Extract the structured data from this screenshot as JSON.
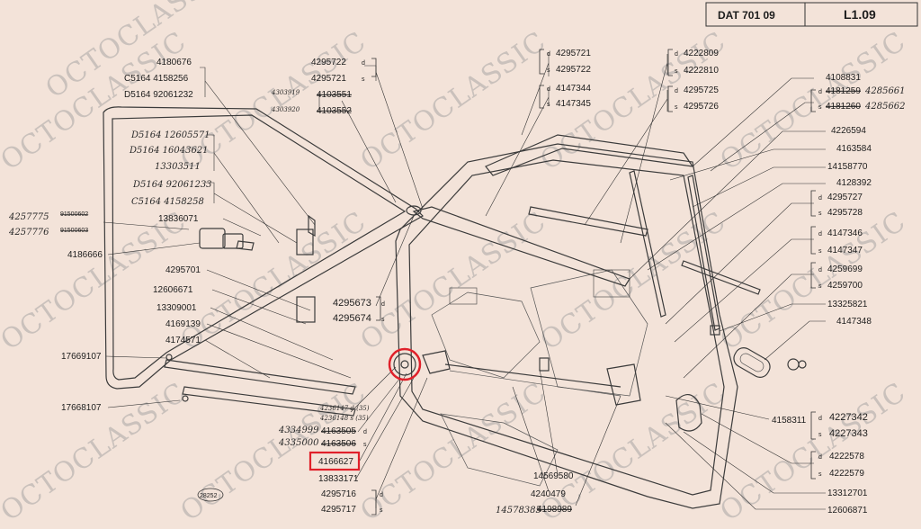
{
  "header": {
    "doc_code": "DAT 701 09",
    "sheet": "L1.09"
  },
  "watermark": "OCTOCLASSIC",
  "figure_number": "28252",
  "highlight_color": "#e0202a",
  "labels": {
    "l_4180676": "4180676",
    "l_c5164_4158256": "C5164 4158256",
    "l_d5164_92061232": "D5164 92061232",
    "l_4303919": "4303919",
    "l_4303920": "4303920",
    "l_4103551": "4103551",
    "l_4103552": "4103552",
    "l_4295722": "4295722",
    "l_4295721": "4295721",
    "l_d5164_12605571": "D5164 12605571",
    "l_d5164_16043621": "D5164 16043621",
    "l_13303511": "13303511",
    "l_d5164_92061233": "D5164 92061233",
    "l_c5164_4158258": "C5164 4158258",
    "l_13836071": "13836071",
    "l_4257775": "4257775",
    "l_4257776": "4257776",
    "l_91500602": "91500602",
    "l_91500603": "91500603",
    "l_4186666": "4186666",
    "l_4295701": "4295701",
    "l_12606671": "12606671",
    "l_13309001": "13309001",
    "l_4169139": "4169139",
    "l_4174571": "4174571",
    "l_17669107": "17669107",
    "l_17668107": "17668107",
    "l_4295673": "4295673",
    "l_4295674": "4295674",
    "l_4236147": "4236147 d (35)",
    "l_4236148": "4236148 s (35)",
    "l_4334999": "4334999",
    "l_4335000": "4335000",
    "l_4163505": "4163505",
    "l_4163506": "4163506",
    "l_4166627": "4166627",
    "l_13833171": "13833171",
    "l_4295716": "4295716",
    "l_4295717": "4295717",
    "l_4295721b": "4295721",
    "l_4295722b": "4295722",
    "l_4147344": "4147344",
    "l_4147345": "4147345",
    "l_4222809": "4222809",
    "l_4222810": "4222810",
    "l_4295725": "4295725",
    "l_4295726": "4295726",
    "l_4108831": "4108831",
    "l_4181259": "4181259",
    "l_4181260": "4181260",
    "l_4285661": "4285661",
    "l_4285662": "4285662",
    "l_4226594": "4226594",
    "l_4163584": "4163584",
    "l_14158770": "14158770",
    "l_4128392": "4128392",
    "l_4295727": "4295727",
    "l_4295728": "4295728",
    "l_4147346": "4147346",
    "l_4147347": "4147347",
    "l_4259699": "4259699",
    "l_4259700": "4259700",
    "l_13325821": "13325821",
    "l_4147348": "4147348",
    "l_4158311": "4158311",
    "l_4227342": "4227342",
    "l_4227343": "4227343",
    "l_4222578": "4222578",
    "l_4222579": "4222579",
    "l_13312701": "13312701",
    "l_12606871": "12606871",
    "l_14569580": "14569580",
    "l_4240479": "4240479",
    "l_14578385": "14578385",
    "l_4198989": "4198989"
  },
  "side_markers": {
    "d": "d",
    "s": "s"
  }
}
